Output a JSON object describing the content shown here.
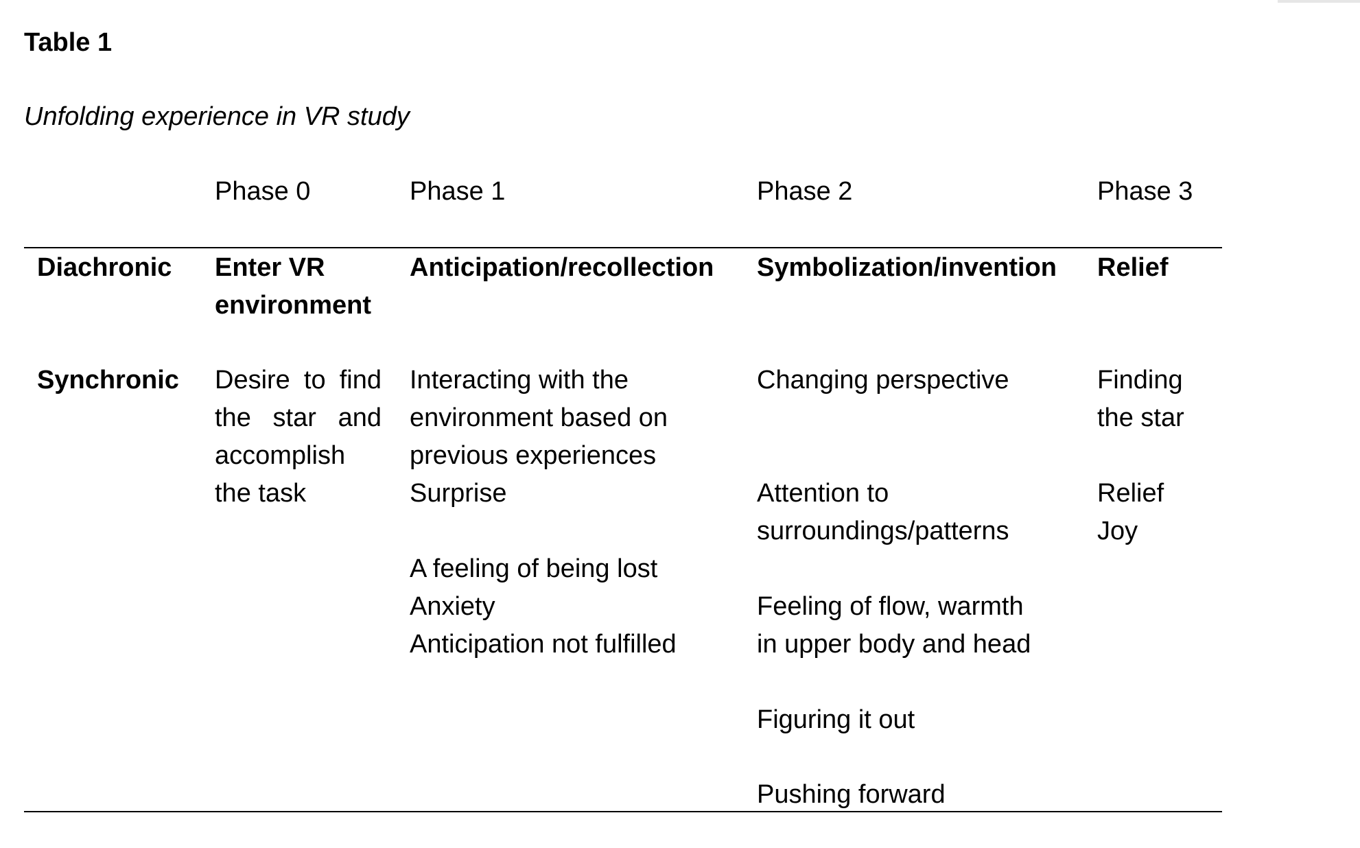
{
  "table": {
    "label": "Table 1",
    "caption": "Unfolding experience in VR study",
    "phases": [
      "Phase 0",
      "Phase 1",
      "Phase 2",
      "Phase 3"
    ],
    "diachronic": {
      "row_label": "Diachronic",
      "cells": [
        [
          "Enter VR",
          "environment"
        ],
        [
          "Anticipation/recollection"
        ],
        [
          "Symbolization/invention"
        ],
        [
          "Relief"
        ]
      ]
    },
    "synchronic": {
      "row_label": "Synchronic",
      "phase0": [
        "Desire to find",
        "the star and",
        "accomplish",
        "the task"
      ],
      "phase1": {
        "block1": [
          "Interacting with the",
          "environment based on",
          "previous experiences",
          "Surprise"
        ],
        "block2": [
          "A feeling of being lost",
          "Anxiety",
          "Anticipation not fulfilled"
        ]
      },
      "phase2": {
        "block1": [
          "Changing perspective"
        ],
        "block2": [
          "Attention to",
          "surroundings/patterns"
        ],
        "block3": [
          "Feeling of flow, warmth",
          "in upper body and head"
        ],
        "block4": [
          "Figuring it out"
        ],
        "block5": [
          "Pushing forward"
        ]
      },
      "phase3": {
        "block1": [
          "Finding",
          "the star"
        ],
        "block2": [
          "Relief",
          "Joy"
        ]
      }
    }
  }
}
